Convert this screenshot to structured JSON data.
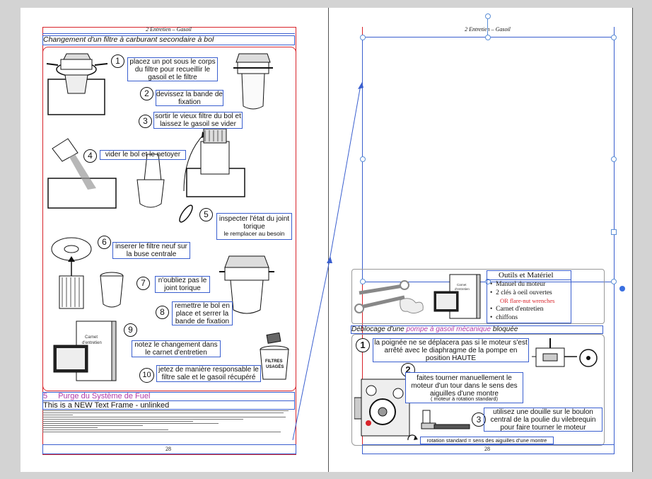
{
  "colors": {
    "frame_blue": "#3a5fcf",
    "margin_red": "#d8232a",
    "purple": "#b03aa8",
    "text": "#111111",
    "canvas": "#d3d3d3"
  },
  "left_page": {
    "running_header": "2   Entretien – Gasoil",
    "section_title": "Changement d'un filtre à carburant secondaire à bol",
    "steps": [
      {
        "num": "1",
        "text": "placez un pot sous le corps du filtre pour recueillir le gasoil et le filtre"
      },
      {
        "num": "2",
        "text": "devissez la bande de fixation"
      },
      {
        "num": "3",
        "text": "sortir le vieux filtre du bol et laissez le gasoil se vider"
      },
      {
        "num": "4",
        "text": "vider le bol et le netoyer"
      },
      {
        "num": "5",
        "text": "inspecter l'état du joint torique",
        "subtext": "le remplacer au besoin"
      },
      {
        "num": "6",
        "text": "inserer le filtre neuf sur la buse centrale"
      },
      {
        "num": "7",
        "text": "n'oubliez pas le joint torique"
      },
      {
        "num": "8",
        "text": "remettre le bol en place et serrer la bande de fixation"
      },
      {
        "num": "9",
        "text": "notez le changement dans le carnet d'entretien"
      },
      {
        "num": "10",
        "text": "jetez de manière responsable le filtre sale et le gasoil récupéré"
      }
    ],
    "book_label": "Carnet d'entretien",
    "bucket_label": "FILTRES USAGÉS",
    "section5_num": "5",
    "section5_title": "Purge du Système de Fuel",
    "new_frame_text": "This is a NEW Text Frame - unlinked",
    "page_number": "28"
  },
  "right_page": {
    "running_header": "2   Entretien – Gasoil",
    "tools_title": "Outils et Matériel",
    "tools": [
      {
        "text": "Manuel du moteur",
        "color": "#111111"
      },
      {
        "text": "2 clés à oeil ouvertes",
        "color": "#111111"
      },
      {
        "text": "OR flare-nut wrenches",
        "color": "#d8232a"
      },
      {
        "text": "Carnet d'entretien",
        "color": "#111111"
      },
      {
        "text": "chiffons",
        "color": "#111111"
      }
    ],
    "book_label": "Carnet d'entretien",
    "section_title_part1": "Déblocage d'une ",
    "section_title_part2": "pompe à gasoil mécanique",
    "section_title_part3": " bloquée",
    "steps": [
      {
        "num": "1",
        "text": "la poignée ne se déplacera pas si le moteur s'est arrêté avec le diaphragme de la pompe en position HAUTE"
      },
      {
        "num": "2",
        "text": "faites tourner manuellement le moteur d'un tour dans le sens des aiguilles d'une montre",
        "subtext": "( moteur à rotation standard)"
      },
      {
        "num": "3",
        "text": "utilisez une douille sur le boulon central de la poulie du vilebrequin pour faire tourner le moteur"
      }
    ],
    "rotation_note": "rotation standard = sens des aiguilles d'une montre",
    "page_number": "28"
  }
}
